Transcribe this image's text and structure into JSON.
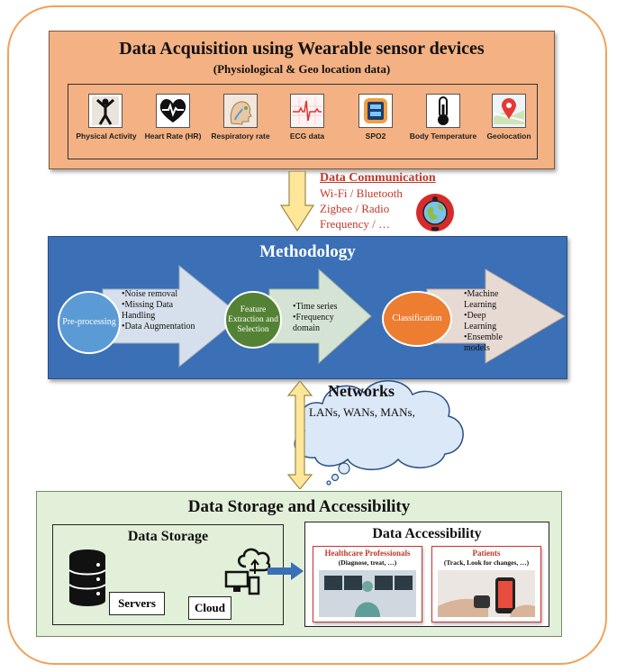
{
  "acquisition": {
    "title": "Data Acquisition using Wearable sensor devices",
    "subtitle": "(Physiological & Geo location data)",
    "sensors": [
      {
        "label": "Physical Activity",
        "icon": "person-icon"
      },
      {
        "label": "Heart Rate (HR)",
        "icon": "heart-rate-icon"
      },
      {
        "label": "Respiratory rate",
        "icon": "respiratory-icon"
      },
      {
        "label": "ECG data",
        "icon": "ecg-icon"
      },
      {
        "label": "SPO2",
        "icon": "oximeter-icon"
      },
      {
        "label": "Body Temperature",
        "icon": "thermometer-icon"
      },
      {
        "label": "Geolocation",
        "icon": "map-pin-icon"
      }
    ]
  },
  "communication": {
    "title": "Data Communication",
    "lines": [
      "Wi-Fi / Bluetooth",
      "Zigbee / Radio",
      "Frequency / …"
    ]
  },
  "methodology": {
    "title": "Methodology",
    "steps": [
      {
        "name": "Pre-processing",
        "color": "#5b9bd5",
        "bullets": [
          "•Noise removal",
          "•Missing Data Handling",
          "•Data Augmentation"
        ]
      },
      {
        "name": "Feature Extraction and Selection",
        "color": "#548235",
        "bullets": [
          "•Time series",
          "•Frequency domain"
        ]
      },
      {
        "name": "Classification",
        "color": "#ed7d31",
        "bullets": [
          "•Machine Learning",
          "•Deep Learning",
          "•Ensemble models"
        ]
      }
    ]
  },
  "networks": {
    "title": "Networks",
    "subtitle": "LANs, WANs, MANs,"
  },
  "storage": {
    "title": "Data Storage and Accessibility",
    "data_storage": {
      "title": "Data Storage",
      "servers_label": "Servers",
      "cloud_label": "Cloud"
    },
    "data_accessibility": {
      "title": "Data Accessibility",
      "cards": [
        {
          "title": "Healthcare Professionals",
          "subtitle": "(Diagnose, treat, …)"
        },
        {
          "title": "Patients",
          "subtitle": "(Track, Look for changes, …)"
        }
      ]
    }
  },
  "colors": {
    "acquisition": "#f4b183",
    "methodology": "#3b6fb6",
    "storage": "#e2efd9",
    "accent_red": "#c0392b",
    "arrow_yellow": "#ffe699"
  }
}
